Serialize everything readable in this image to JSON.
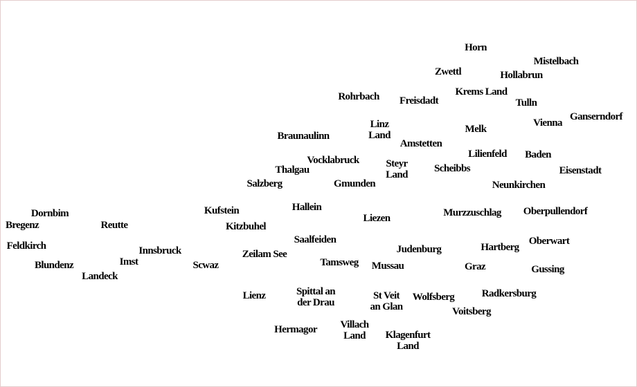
{
  "map": {
    "labels": {
      "horn": "Horn",
      "mistelbach": "Mistelbach",
      "zwettl": "Zwettl",
      "hollabrun": "Hollabrun",
      "rohrbach": "Rohrbach",
      "freisdadt": "Freisdadt",
      "krems_land": "Krems Land",
      "tulln": "Tulln",
      "gansernsdorf": "Ganserndorf",
      "vienna": "Vienna",
      "linz_land_1": "Linz",
      "linz_land_2": "Land",
      "melk": "Melk",
      "braunaulinn": "Braunaulinn",
      "amstetten": "Amstetten",
      "lilienfeld": "Lilienfeld",
      "baden": "Baden",
      "vocklabruck": "Vocklabruck",
      "steyr_land_1": "Steyr",
      "steyr_land_2": "Land",
      "scheibbs": "Scheibbs",
      "eisenstadt": "Eisenstadt",
      "thalgau": "Thalgau",
      "salzberg": "Salzberg",
      "gmunden": "Gmunden",
      "neunkirchen": "Neunkirchen",
      "dornbirn": "Dornbim",
      "kufstein": "Kufstein",
      "hallein": "Hallein",
      "murzzuschlag": "Murzzuschlag",
      "oberpullendorf": "Oberpullendorf",
      "liezen": "Liezen",
      "bregenz": "Bregenz",
      "reutte": "Reutte",
      "kitzbuhel": "Kitzbuhel",
      "saalfeiden": "Saalfeiden",
      "oberwart": "Oberwart",
      "feldkirch": "Feldkirch",
      "innsbruck": "Innsbruck",
      "judenburg": "Judenburg",
      "hartberg": "Hartberg",
      "zeilam_see": "Zeilam See",
      "imst": "Imst",
      "tamsweg": "Tamsweg",
      "mussau": "Mussau",
      "graz": "Graz",
      "gussing": "Gussing",
      "blundenz": "Blundenz",
      "landeck": "Landeck",
      "scwaz": "Scwaz",
      "lienz": "Lienz",
      "spittal_1": "Spittal an",
      "spittal_2": "der Drau",
      "st_veit_1": "St Veit",
      "st_veit_2": "an Glan",
      "wolfsberg": "Wolfsberg",
      "radkersburg": "Radkersburg",
      "voitsberg": "Voitsberg",
      "hermagor": "Hermagor",
      "villach_1": "Villach",
      "villach_2": "Land",
      "klagenfurt_1": "Klagenfurt",
      "klagenfurt_2": "Land"
    }
  }
}
